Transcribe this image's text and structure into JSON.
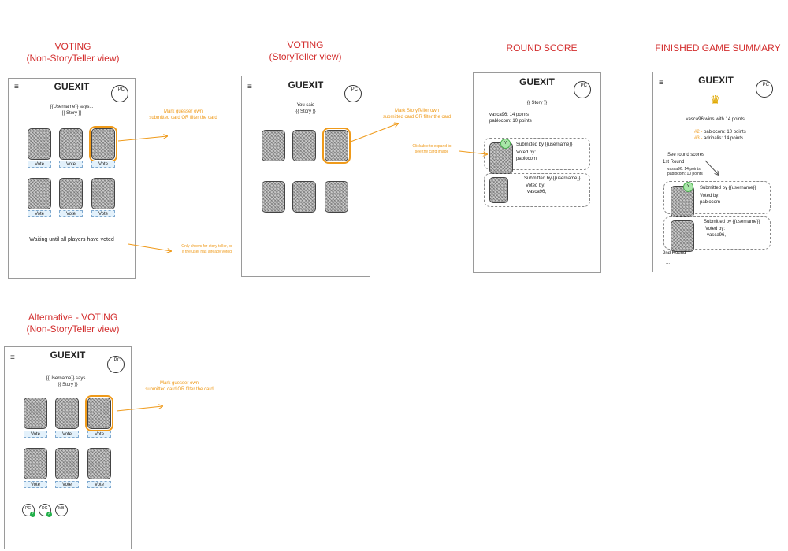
{
  "app": {
    "title": "GUEXIT",
    "menu_icon": "≡",
    "avatar": "PC"
  },
  "headings": {
    "voting_non_st": [
      "VOTING",
      "(Non-StoryTeller view)"
    ],
    "voting_st": [
      "VOTING",
      "(StoryTeller view)"
    ],
    "round_score": "ROUND SCORE",
    "summary": "FINISHED GAME SUMMARY",
    "alt_voting": [
      "Alternative - VOTING",
      "(Non-StoryTeller view)"
    ]
  },
  "screen1": {
    "says": "{{Username}} says...",
    "story": "{{ Story }}",
    "vote_label": "Vote",
    "waiting": "Waiting until all players have voted"
  },
  "screen2": {
    "said": "You said",
    "story": "{{ Story }}"
  },
  "screen3": {
    "story": "{{ Story }}",
    "scores": [
      "vasca96: 14 points",
      "pablocom: 10 points"
    ],
    "card1": {
      "submitted": "Submitted by {{username}}",
      "voted": "Voted by:",
      "voter": "pablocom"
    },
    "card2": {
      "submitted": "Submitted by {{username}}",
      "voted": "Voted by:",
      "voter": "vasca96,"
    }
  },
  "screen4": {
    "winner": "vasca96 wins with 14 points!",
    "ranks": [
      {
        "pos": "#2 -",
        "text": "pablocom: 10 points"
      },
      {
        "pos": "#3 -",
        "text": "adribalis: 14 points"
      }
    ],
    "see_scores": "See round scores",
    "round1": "1st Round",
    "round1_scores": [
      "vasca96: 14 points",
      "pablocom: 10 points"
    ],
    "card1": {
      "submitted": "Submitted by {{username}}",
      "voted": "Voted by:",
      "voter": "pablocom"
    },
    "card2": {
      "submitted": "Submitted by {{username}}",
      "voted": "Voted by:",
      "voter": "vasca96,"
    },
    "round2": "2nd Round",
    "ellipsis": "..."
  },
  "screen5": {
    "says": "{{Username}} says...",
    "story": "{{ Story }}",
    "vote_label": "Vote",
    "players": [
      "PC",
      "DG",
      "MB"
    ]
  },
  "notes": {
    "mark_guesser": [
      "Mark guesser own",
      "submitted card OR filter the card"
    ],
    "mark_storyteller": [
      "Mark StoryTeller own",
      "submitted card OR filter the card"
    ],
    "only_shows": [
      "Only shows for story teller, or",
      "if the user has already voted"
    ],
    "clickable": [
      "Clickable to expand to",
      "see the card image"
    ],
    "mark_guesser_alt": [
      "Mark guesser own",
      "submitted card OR filter the card"
    ]
  },
  "colors": {
    "heading": "#d32f2f",
    "annotation": "#ef9a1a",
    "vote_bg": "#e3f1fb",
    "check": "#22b04a"
  }
}
